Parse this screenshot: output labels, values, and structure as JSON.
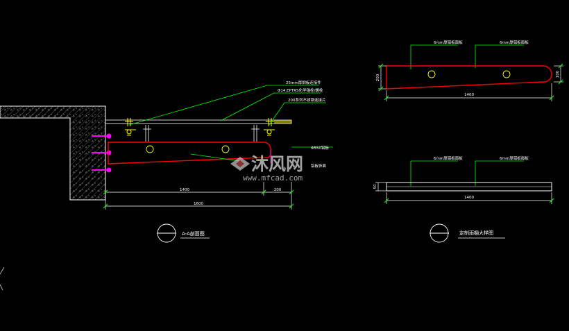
{
  "section_view": {
    "callouts": {
      "top": "25mm厚钢板连接件",
      "middle": "Φ14,EPTRS化学锚栓/螺栓",
      "lower": "200系列不锈钢连接片",
      "right_a": "Φ550铝板",
      "right_b": "铝板饰面"
    },
    "dims": {
      "main": "1400",
      "overhang": "200",
      "total": "1600"
    },
    "title": "A-A剖面图"
  },
  "detail_view": {
    "plan_callouts": {
      "left": "6mm厚铝板面板",
      "right": "6mm厚铝板面板"
    },
    "plan_dims": {
      "height_left": "200",
      "height_right": "100",
      "length": "1400"
    },
    "elev_callouts": {
      "left": "6mm厚铝板面板",
      "right": "6mm厚铝板面板"
    },
    "elev_dims": {
      "thickness": "50",
      "length": "1400"
    },
    "title": "定制雨棚大样图"
  },
  "watermark": {
    "brand": "沐风网",
    "url": "www.mfcad.com"
  },
  "colors": {
    "background": "#000000",
    "outline": "#ff0000",
    "leader": "#00ff00",
    "bolt": "#ffff00",
    "anchor": "#ff00ff",
    "line": "#ffffff"
  }
}
